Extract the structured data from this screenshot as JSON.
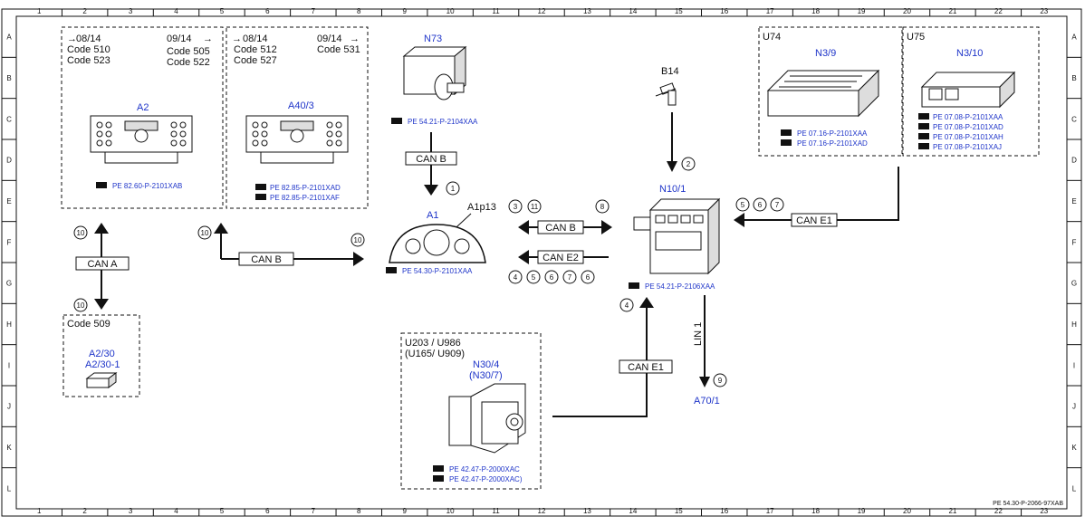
{
  "grid": {
    "columns": [
      "1",
      "2",
      "3",
      "4",
      "5",
      "6",
      "7",
      "8",
      "9",
      "10",
      "11",
      "12",
      "13",
      "14",
      "15",
      "16",
      "17",
      "18",
      "19",
      "20",
      "21",
      "22",
      "23"
    ],
    "rows": [
      "A",
      "B",
      "C",
      "D",
      "E",
      "F",
      "G",
      "H",
      "I",
      "J",
      "K",
      "L"
    ]
  },
  "footer": {
    "doc_id": "PE 54.30-P-2066-97XAB"
  },
  "groups": {
    "left_a": {
      "from": "08/14",
      "codes1": "Code 510",
      "codes2": "Code 523",
      "to": "09/14",
      "codes3": "Code 505",
      "codes4": "Code 522",
      "label": "A2",
      "ref": "PE 82.60-P-2101XAB"
    },
    "left_b": {
      "from": "08/14",
      "codes1": "Code 512",
      "codes2": "Code 527",
      "to": "09/14",
      "codes3": "Code 531",
      "label": "A40/3",
      "ref1": "PE 82.85-P-2101XAD",
      "ref2": "PE 82.85-P-2101XAF"
    },
    "code509": {
      "code": "Code 509",
      "label1": "A2/30",
      "label2": "A2/30-1"
    },
    "n73": {
      "label": "N73",
      "ref": "PE 54.21-P-2104XAA"
    },
    "a1": {
      "label": "A1",
      "sub": "A1p13",
      "ref": "PE 54.30-P-2101XAA"
    },
    "b14": {
      "label": "B14"
    },
    "n10": {
      "label": "N10/1",
      "ref": "PE 54.21-P-2106XAA"
    },
    "u74": {
      "tag": "U74",
      "label": "N3/9",
      "ref1": "PE 07.16-P-2101XAA",
      "ref2": "PE 07.16-P-2101XAD"
    },
    "u75": {
      "tag": "U75",
      "label": "N3/10",
      "ref1": "PE 07.08-P-2101XAA",
      "ref2": "PE 07.08-P-2101XAD",
      "ref3": "PE 07.08-P-2101XAH",
      "ref4": "PE 07.08-P-2101XAJ"
    },
    "n30": {
      "tag1": "U203 / U986",
      "tag2": "(U165/ U909)",
      "label1": "N30/4",
      "label2": "(N30/7)",
      "ref1": "PE 42.47-P-2000XAC",
      "ref2": "PE 42.47-P-2000XAC)"
    },
    "a70": {
      "label": "A70/1"
    }
  },
  "buses": {
    "can_b_vertical": "CAN B",
    "can_b_left": "CAN B",
    "can_a": "CAN A",
    "can_b_mid": "CAN B",
    "can_e2": "CAN E2",
    "can_e1_right": "CAN E1",
    "can_e1_low": "CAN E1",
    "lin1": "LIN 1"
  },
  "markers": {
    "m1": "1",
    "m2": "2",
    "m3": "3",
    "m11": "11",
    "m8": "8",
    "m4a": "4",
    "m5a": "5",
    "m6a": "6",
    "m7a": "7",
    "m6b": "6",
    "m5b": "5",
    "m6c": "6",
    "m7b": "7",
    "m10a": "10",
    "m10b": "10",
    "m10c": "10",
    "m10d": "10",
    "m4b": "4",
    "m9": "9"
  }
}
